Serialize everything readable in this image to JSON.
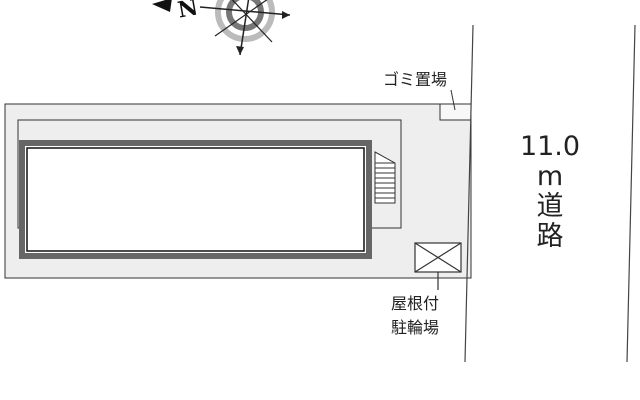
{
  "compass": {
    "north_label": "N",
    "icon": "north-arrow-compass-icon"
  },
  "labels": {
    "garbage": "ゴミ置場",
    "bike_line1": "屋根付",
    "bike_line2": "駐輪場"
  },
  "road": {
    "width": "11.0",
    "unit": "m",
    "line1": "道",
    "line2": "路"
  },
  "colors": {
    "lot_fill": "#eeeeee",
    "building_border": "#666666",
    "line": "#333333"
  }
}
